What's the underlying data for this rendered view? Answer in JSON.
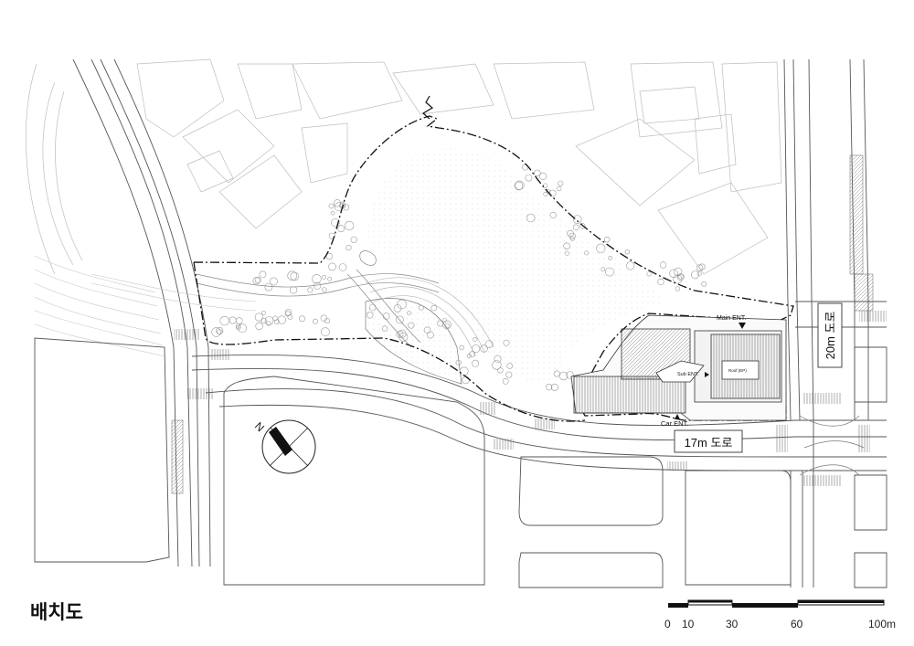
{
  "drawing": {
    "title": "배치도"
  },
  "labels": {
    "main_entrance": "Main ENT.",
    "sub_entrance": "Sub ENT.",
    "car_entrance": "Car ENT.",
    "roof": "Roof (EP)",
    "road_17m": "17m 도로",
    "road_20m": "20m 도로",
    "north": "N"
  },
  "scale_bar": {
    "ticks": [
      "0",
      "10",
      "30",
      "60",
      "100m"
    ]
  },
  "colors": {
    "line": "#555555",
    "light_line": "#bdbdbd",
    "boundary": "#111111",
    "tree": "#9a9a9a"
  }
}
